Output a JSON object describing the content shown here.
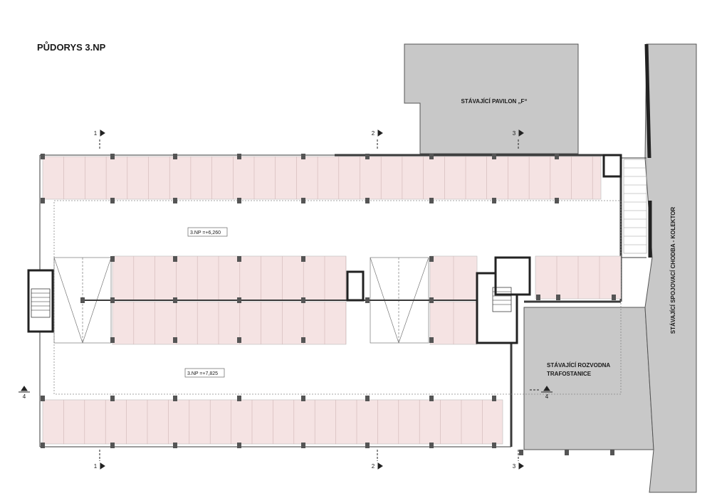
{
  "title": "PŮDORYS 3.NP",
  "existing": {
    "pavilion_f": "STÁVAJÍCÍ PAVILON „F“",
    "substation_line1": "STÁVAJÍCÍ ROZVODNA",
    "substation_line2": "TRAFOSTANICE",
    "corridor": "STÁVAJÍCÍ SPOJOVACÍ CHODBA - KOLEKTOR"
  },
  "levels": {
    "upper": "3.NP  =+6,260",
    "lower": "3.NP  =+7,825"
  },
  "sections": {
    "s1_top": "1",
    "s2_top": "2",
    "s3_top": "3",
    "s1_bottom": "1",
    "s2_bottom": "2",
    "s3_bottom": "3",
    "s4_left": "4",
    "s4_right": "4"
  },
  "colors": {
    "parking_fill": "#f5e3e3",
    "existing_fill": "#c8c8c8",
    "wall": "#3a3a3a"
  }
}
